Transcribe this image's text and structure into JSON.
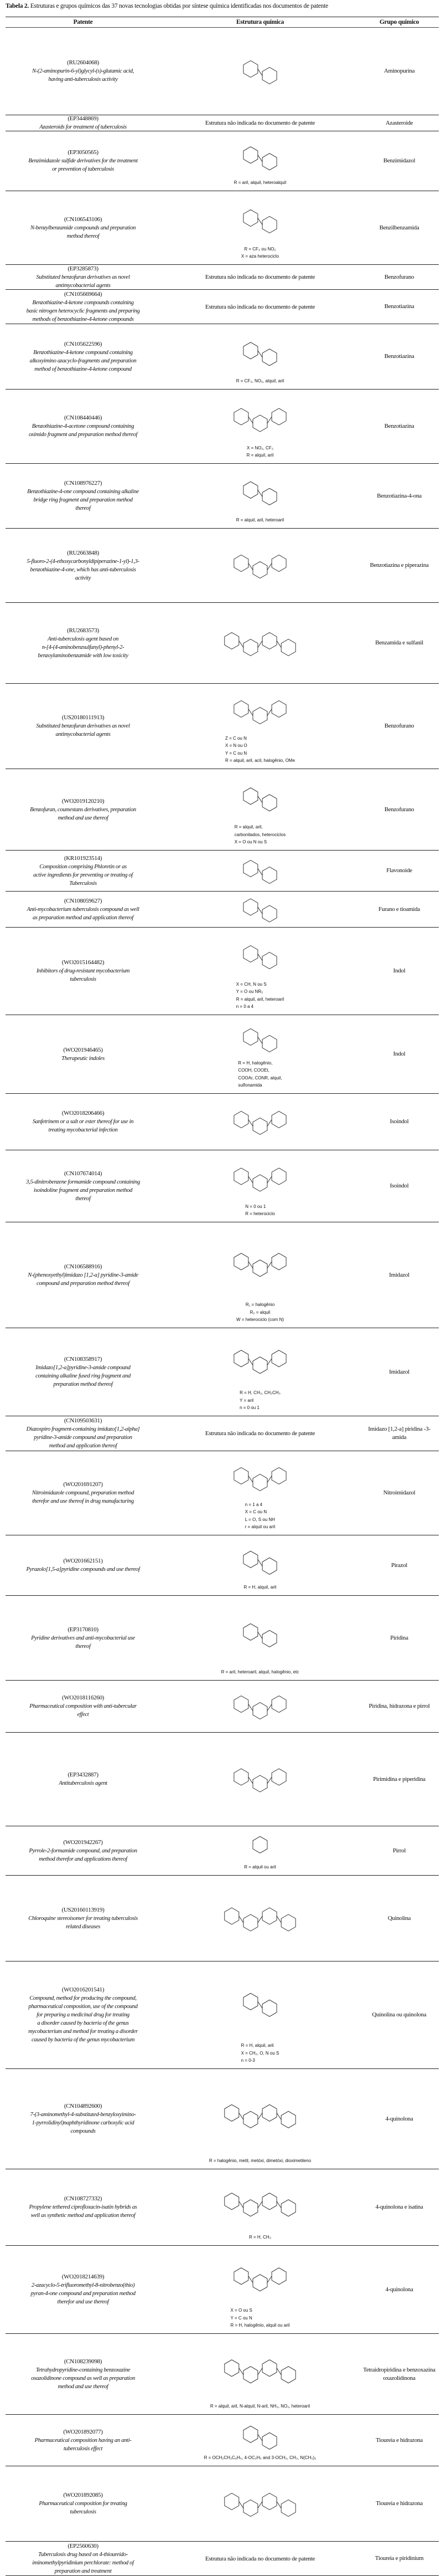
{
  "caption": {
    "label": "Tabela 2.",
    "text": "Estruturas e grupos químicos das 37 novas tecnologias obtidas por síntese química identificadas nos documentos de patente"
  },
  "header": {
    "patent": "Patente",
    "structure": "Estrutura química",
    "group": "Grupo químico"
  },
  "not_indicated": "Estrutura não indicada no documento de patente",
  "rows": [
    {
      "id": "(RU2604068)",
      "title": "N-(2-aminopurin-6-yl)glycyl-(s)-glutamic acid,\nhaving anti-tuberculosis activity",
      "group": "Aminopurina",
      "structure": "drawn",
      "defs": []
    },
    {
      "id": "(EP3448869)",
      "title": "Azasteroids for treatment of tuberculosis",
      "group": "Azasteroide",
      "structure": "none",
      "defs": []
    },
    {
      "id": "(EP3050565)",
      "title": "Benzimidazole sulfide derivatives for the treatment\nor prevention of tuberculosis",
      "group": "Benzimidazol",
      "structure": "drawn",
      "defs": [
        "R = aril, alquil, heteroalquil"
      ]
    },
    {
      "id": "(CN106543106)",
      "title": "N-benzylbenzamide compounds and preparation\nmethod thereof",
      "group": "Benzilbenzamida",
      "structure": "drawn",
      "defs": [
        "R = CF₃ ou NO₂",
        "X = aza heterociclo"
      ]
    },
    {
      "id": "(EP3285873)",
      "title": "Substituted benzofuran derivatives as novel\nantimycobacterial agents",
      "group": "Benzofurano",
      "structure": "none",
      "defs": []
    },
    {
      "id": "(CN105669664)",
      "title": "Benzothiazine-4-ketone compounds containing\nbasic nitrogen heterocyclic fragments and preparing\nmethods of benzothiazine-4-ketone compounds",
      "group": "Benzotiazina",
      "structure": "none",
      "defs": []
    },
    {
      "id": "(CN105622596)",
      "title": "Benzothiazine-4-ketone compound containing\nalkoxyimino azacyclo-fragments and preparation\nmethod of benzothiazine-4-ketone compound",
      "group": "Benzotiazina",
      "structure": "drawn",
      "defs": [
        "R = CF₃, NO₂, alquil, aril"
      ]
    },
    {
      "id": "(CN108440446)",
      "title": "Benzothiazine-4-acetone compound containing\noximido fragment and preparation method thereof",
      "group": "Benzotiazina",
      "structure": "drawn",
      "defs": [
        "X = NO₂, CF₃",
        "R = alquil, aril"
      ]
    },
    {
      "id": "(CN108976227)",
      "title": "Benzothiazine-4-one compound containing alkaline\nbridge ring fragment and preparation method\nthereof",
      "group": "Benzotiazina-4-ona",
      "structure": "drawn",
      "defs": [
        "R = alquil, aril, heteroaril"
      ]
    },
    {
      "id": "(RU2663848)",
      "title": "5-fluoro-2-(4-ethoxycarbonyldipiperazine-1-yl)-1,3-\nbenzothiazine-4-one, which has anti-tuberculosis\nactivity",
      "group": "Benzotiazina e piperazina",
      "structure": "drawn",
      "defs": []
    },
    {
      "id": "(RU2683573)",
      "title": "Anti-tuberculosis agent based on\nn-[4-(4-aminobenzsulfanyl)-phenyl-2-\nbenzoylaminobenzamide with low toxicity",
      "group": "Benzamida e sulfanil",
      "structure": "drawn",
      "defs": []
    },
    {
      "id": "(US20180111913)",
      "title": "Substituted benzofuran derivatives as novel\nantimycobacterial agents",
      "group": "Benzofurano",
      "structure": "drawn",
      "defs": [
        "Z = C ou N",
        "X = N ou O",
        "Y = C ou N",
        "R = alquil, aril, acil, halogênio,  OMe"
      ],
      "defs_align": "left"
    },
    {
      "id": "(WO2019120210)",
      "title": "Benzofuran, coumestans derivatives, preparation\nmethod and use thereof",
      "group": "Benzofurano",
      "structure": "drawn",
      "defs": [
        "R = alquil, aril,",
        "carbonilados, heterociclos",
        "X = O ou N ou S"
      ],
      "defs_align": "left"
    },
    {
      "id": "(KR101923514)",
      "title": "Composition comprising Phloretin or as\nactive ingredients for preventing or treating of\nTuberculosis",
      "group": "Flavonoide",
      "structure": "drawn",
      "defs": []
    },
    {
      "id": "(CN108059627)",
      "title": "Anti-mycobacterium tuberculosis compound as well\nas preparation method and application thereof",
      "group": "Furano e tioamida",
      "structure": "drawn",
      "defs": []
    },
    {
      "id": "(WO2015164482)",
      "title": "Inhibitors of drug-resistant mycobacterium\ntuberculosis",
      "group": "Indol",
      "structure": "drawn",
      "defs": [
        "X = CH, N ou S",
        "Y = O ou NR₅",
        "R = alquil, aril, heteroaril",
        "n = 0 a 4"
      ],
      "defs_align": "left"
    },
    {
      "id": "(WO201946465)",
      "title": "Therapeutic indoles",
      "group": "Indol",
      "structure": "drawn",
      "defs": [
        "R = H, halogênio,",
        "COOH, COOEt,",
        "COOAr, CONR, alquil,",
        "sulfonamida"
      ],
      "defs_align": "left"
    },
    {
      "id": "(WO2018206466)",
      "title": "Sanfetrinem or a salt or ester thereof for use in\ntreating mycobacterial infection",
      "group": "Isoindol",
      "structure": "drawn",
      "defs": []
    },
    {
      "id": "(CN107674014)",
      "title": "3,5-dinitrobenzene formamide compound containing\nisoindoline fragment and preparation method\nthereof",
      "group": "Isoindol",
      "structure": "drawn",
      "defs": [
        "N = 0 ou 1",
        "R = heterociclo"
      ],
      "defs_align": "left"
    },
    {
      "id": "(CN106588916)",
      "title": "N-(phenoxyethyl)imidazo [1,2-a] pyridine-3-amide\ncompound and preparation method thereof",
      "group": "Imidazol",
      "structure": "drawn",
      "defs": [
        "R₁ = halogênio",
        "R₂ = alquil",
        "W = heterociclo (com N)"
      ]
    },
    {
      "id": "(CN108358917)",
      "title": "Imidazo[1,2-a]pyridine-3-amide compound\ncontaining alkaline fused ring fragment and\npreparation method thereof",
      "group": "Imidazol",
      "structure": "drawn",
      "defs": [
        "R = H, CH₃, CH₂CH₃",
        "Y = aril",
        "n = 0 ou 1"
      ],
      "defs_align": "left"
    },
    {
      "id": "(CN109503631)",
      "title": "Diazospiro fragment-containing imidazo[1,2-alpha]\npyridine-3-amide compound and preparation\nmethod and application thereof",
      "group": "Imidazo [1,2-a] piridina -3-\namida",
      "structure": "none",
      "defs": []
    },
    {
      "id": "(WO201691207)",
      "title": "Nitroimidazole compound, preparation method\ntherefor and use thereof in drug manufacturing",
      "group": "Nitroimidazol",
      "structure": "drawn",
      "defs": [
        "n = 1 a 4",
        "X = C ou N",
        "L = O, S ou NH",
        "r = alquil ou aril"
      ],
      "defs_align": "left"
    },
    {
      "id": "(WO201662151)",
      "title": "Pyrazolo[1,5-a]pyridine compounds and use thereof",
      "group": "Pirazol",
      "structure": "drawn",
      "defs": [
        "R = H, alquil, aril"
      ]
    },
    {
      "id": "(EP3170810)",
      "title": "Pyridine derivatives and anti-mycobacterial use\nthereof",
      "group": "Piridina",
      "structure": "drawn",
      "defs": [
        "R = aril, heteroaril, alquil, halogênio, etc"
      ]
    },
    {
      "id": "(WO2018116260)",
      "title": "Pharmaceutical composition with anti-tubercular\neffect",
      "group": "Piridina, hidrazona e pirrol",
      "structure": "drawn",
      "defs": []
    },
    {
      "id": "(EP3432887)",
      "title": "Antituberculosis agent",
      "group": "Pirimidina e piperidina",
      "structure": "drawn",
      "defs": []
    },
    {
      "id": "(WO201942267)",
      "title": "Pyrrole-2-formamide compound, and preparation\nmethod therefor and applications thereof",
      "group": "Pirrol",
      "structure": "drawn",
      "defs": [
        "R = alquil ou aril"
      ]
    },
    {
      "id": "(US20160113919)",
      "title": "Chloroquine stereoisomer for treating tuberculosis\nrelated diseases",
      "group": "Quinolina",
      "structure": "drawn",
      "defs": []
    },
    {
      "id": "(WO2016201541)",
      "title": "Compound, method for producing the compound,\npharmaceutical composition, use of the compound\nfor preparing a medicinal drug for treating\na disorder caused by bacteria of the genus\nmycobacterium and method for treating a disorder\ncaused by bacteria of the genus mycobacterium",
      "group": "Quinolina ou quinolona",
      "structure": "drawn",
      "defs": [
        "R = H, alquil, aril",
        "X = CH₂, O, N ou S",
        "n = 0-3"
      ],
      "defs_align": "left"
    },
    {
      "id": "(CN104892600)",
      "title": "7-(3-aminomethyl-4-substituted-benzyloxyimino-\n1-pyrrolidinyl)naphthyridinone carboxylic acid\ncompounds",
      "group": "4-quinolona",
      "structure": "drawn",
      "defs": [
        "R = halogênio, metil, metóxi, dimetóxi, dioximetileno"
      ]
    },
    {
      "id": "(CN108727332)",
      "title": "Propylene tethered ciprofloxacin-isatin hybrids as\nwell as synthetic method and application thereof",
      "group": "4-quinolona e isatina",
      "structure": "drawn",
      "defs": [
        "R = H, CH₃"
      ]
    },
    {
      "id": "(WO2018214639)",
      "title": "2-azacyclo-5-trifluoromethyl-8-nitrobenzo(thio)\npyran-4-one compound and preparation method\ntherefor and use thereof",
      "group": "4-quinolona",
      "structure": "drawn",
      "defs": [
        "X = O ou S",
        "Y = C ou N",
        "R = H, halogênio, alquil ou aril"
      ],
      "defs_align": "left"
    },
    {
      "id": "(CN108239098)",
      "title": "Tetrahydropyridine-containing benzoxazine\noxazolidinone compound as well as preparation\nmethod and use thereof",
      "group": "Tetraidropiridina e benzoxazina\noxazolidinona",
      "structure": "drawn",
      "defs": [
        "R = alquil, aril, N-alquil, N-aril, NH₂, NO₂, heteroaril"
      ]
    },
    {
      "id": "(WO201892077)",
      "title": "Pharmaceutical composition having an anti-\ntuberculosis effect",
      "group": "Tioureia e hidrazona",
      "structure": "drawn",
      "defs": [
        "R = OCH₂CH₂C₆H₅, 4-OC₂H₅ and 3-OCH₃, CH₃, N(CH₃)₂"
      ]
    },
    {
      "id": "(WO201892085)",
      "title": "Pharmaceutical composition for treating\ntuberculosis",
      "group": "Tioureia e hidrazona",
      "structure": "drawn",
      "defs": []
    },
    {
      "id": "(EP2560630)",
      "title": "Tuberculosis drug based on 4-thioureido-\niminomethylpyridinium perchlorate: method of\npreparation and treatment",
      "group": "Tioureia e piridinium",
      "structure": "none",
      "defs": []
    }
  ]
}
